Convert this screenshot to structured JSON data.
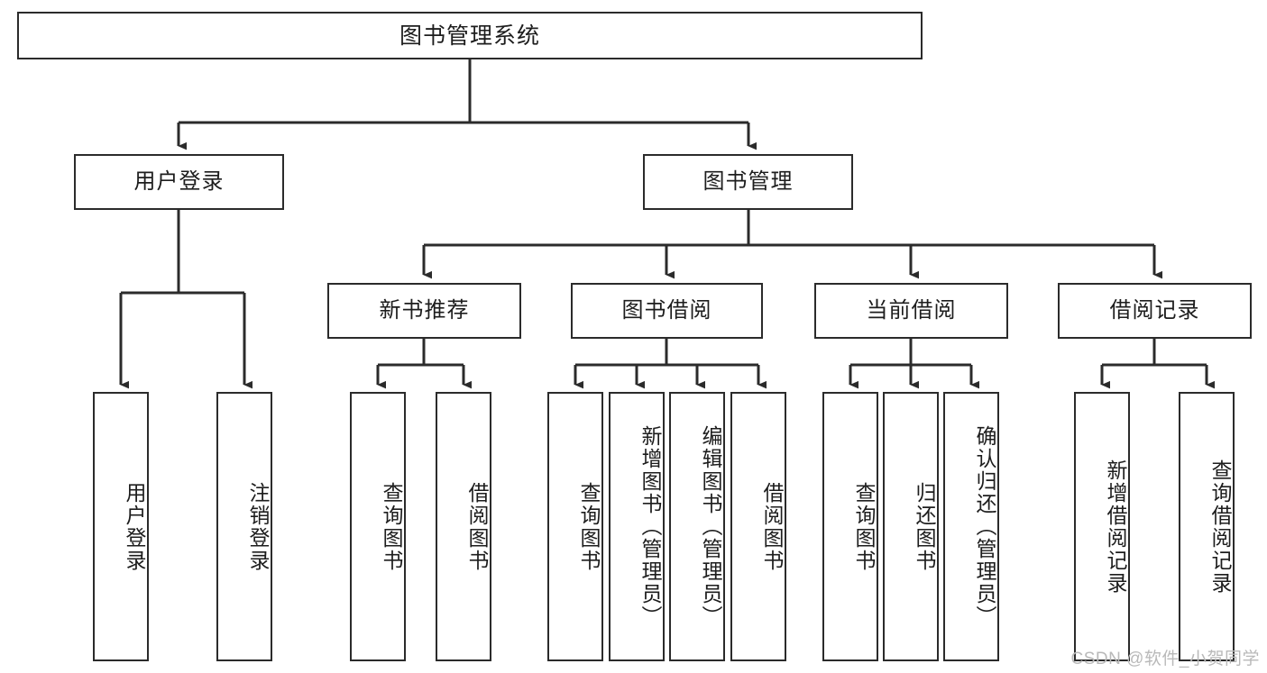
{
  "diagram": {
    "title": "图书管理系统",
    "type": "tree-hierarchy",
    "watermark": "CSDN @软件_小贺同学",
    "colors": {
      "box_border": "#2b2b2b",
      "box_fill": "#ffffff",
      "edge": "#2b2b2b",
      "text": "#1d1d1d",
      "watermark": "#b9b9b9"
    }
  },
  "nodes": {
    "root": {
      "label": "图书管理系统"
    },
    "level2": [
      {
        "id": "user-login",
        "label": "用户登录"
      },
      {
        "id": "book-manage",
        "label": "图书管理"
      }
    ],
    "level3": [
      {
        "id": "new-book-rec",
        "label": "新书推荐"
      },
      {
        "id": "book-borrow",
        "label": "图书借阅"
      },
      {
        "id": "current-borrow",
        "label": "当前借阅"
      },
      {
        "id": "borrow-record",
        "label": "借阅记录"
      }
    ],
    "leaves": {
      "user-login": [
        {
          "id": "leaf-user-login",
          "label": "用户登录"
        },
        {
          "id": "leaf-user-logout",
          "label": "注销登录"
        }
      ],
      "new-book-rec": [
        {
          "id": "leaf-query-book-1",
          "label": "查询图书"
        },
        {
          "id": "leaf-borrow-book-1",
          "label": "借阅图书"
        }
      ],
      "book-borrow": [
        {
          "id": "leaf-query-book-2",
          "label": "查询图书"
        },
        {
          "id": "leaf-add-book",
          "label": "新增图书（管理员）"
        },
        {
          "id": "leaf-edit-book",
          "label": "编辑图书（管理员）"
        },
        {
          "id": "leaf-borrow-book-2",
          "label": "借阅图书"
        }
      ],
      "current-borrow": [
        {
          "id": "leaf-query-book-3",
          "label": "查询图书"
        },
        {
          "id": "leaf-return-book",
          "label": "归还图书"
        },
        {
          "id": "leaf-confirm-return",
          "label": "确认归还（管理员）"
        }
      ],
      "borrow-record": [
        {
          "id": "leaf-add-record",
          "label": "新增借阅记录"
        },
        {
          "id": "leaf-query-record",
          "label": "查询借阅记录"
        }
      ]
    }
  }
}
